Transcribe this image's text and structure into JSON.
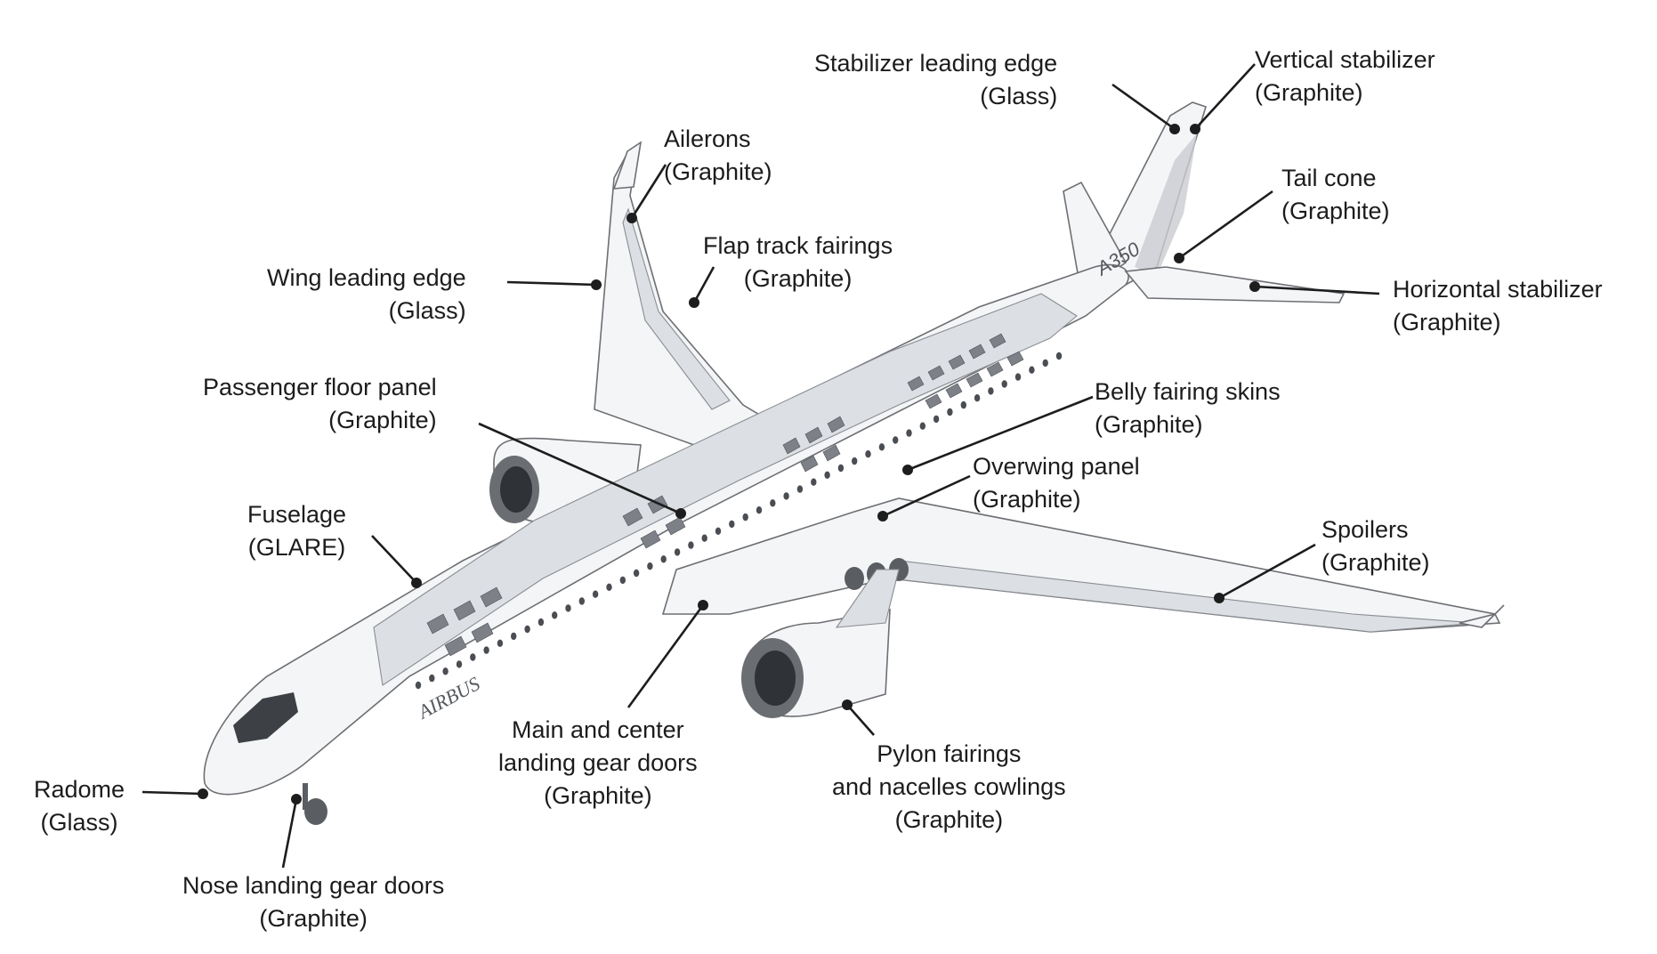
{
  "labels": {
    "stabilizer_leading_edge": [
      "Stabilizer leading edge",
      "(Glass)"
    ],
    "vertical_stabilizer": [
      "Vertical stabilizer",
      "(Graphite)"
    ],
    "ailerons": [
      "Ailerons",
      "(Graphite)"
    ],
    "tail_cone": [
      "Tail cone",
      "(Graphite)"
    ],
    "flap_track_fairings": [
      "Flap track fairings",
      "(Graphite)"
    ],
    "wing_leading_edge": [
      "Wing leading edge",
      "(Glass)"
    ],
    "horizontal_stabilizer": [
      "Horizontal stabilizer",
      "(Graphite)"
    ],
    "passenger_floor_panel": [
      "Passenger floor panel",
      "(Graphite)"
    ],
    "belly_fairing_skins": [
      "Belly fairing skins",
      "(Graphite)"
    ],
    "overwing_panel": [
      "Overwing panel",
      "(Graphite)"
    ],
    "fuselage": [
      "Fuselage",
      "(GLARE)"
    ],
    "spoilers": [
      "Spoilers",
      "(Graphite)"
    ],
    "main_center_landing_gear_doors": [
      "Main and center",
      "landing gear doors",
      "(Graphite)"
    ],
    "pylon_fairings_nacelle_cowlings": [
      "Pylon fairings",
      "and nacelles cowlings",
      "(Graphite)"
    ],
    "radome": [
      "Radome",
      "(Glass)"
    ],
    "nose_landing_gear_doors": [
      "Nose landing gear doors",
      "(Graphite)"
    ]
  },
  "aircraft_markings": {
    "tail_text": "A350",
    "fuselage_text": "AIRBUS"
  },
  "colors": {
    "leader": "#1d1d1d",
    "text": "#1c1c1c",
    "airframe_outline": "#6d6f73",
    "airframe_fill": "#f4f5f7"
  }
}
